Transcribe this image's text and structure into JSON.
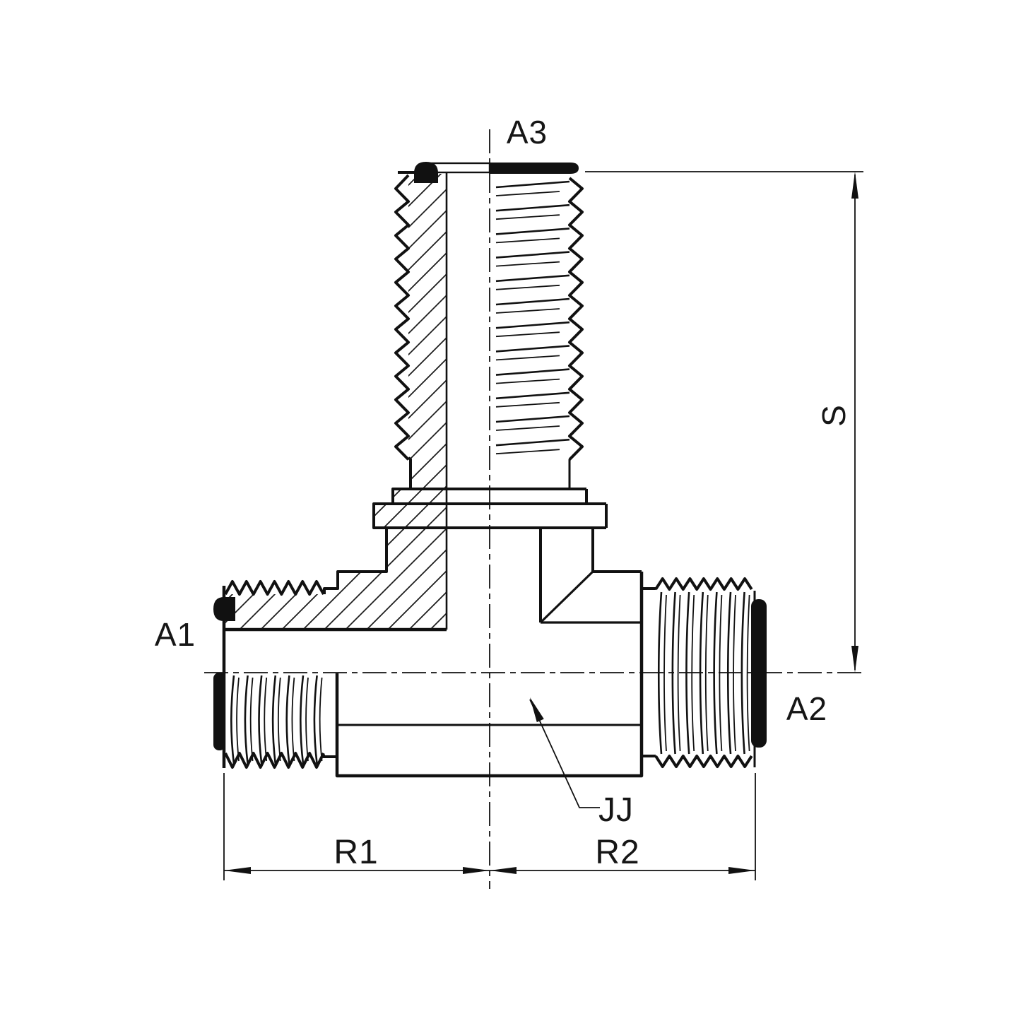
{
  "drawing": {
    "labels": {
      "port_left": "A1",
      "port_right": "A2",
      "port_top": "A3",
      "dim_span": "S",
      "dim_run_left": "R1",
      "dim_run_right": "R2",
      "detail_note": "JJ"
    },
    "colors": {
      "line": "#111111",
      "background": "#ffffff",
      "seal_fill": "#111111"
    }
  }
}
